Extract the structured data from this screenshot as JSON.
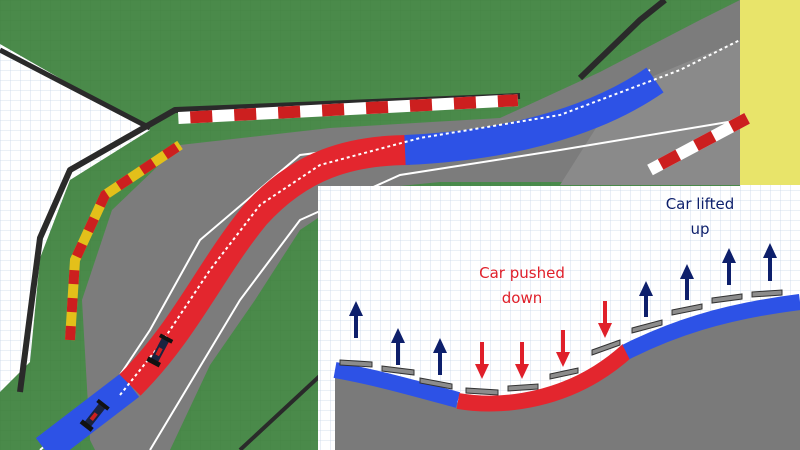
{
  "labels": {
    "lifted_line1": "Car lifted",
    "lifted_line2": "up",
    "pushed_line1": "Car pushed",
    "pushed_line2": "down"
  },
  "colors": {
    "grass": "#4a8a4a",
    "asphalt": "#7c7c7c",
    "racing_line_blue": "#2d52e6",
    "racing_line_red": "#e3262e",
    "arrow_up": "#0d1f6b",
    "arrow_down": "#e0202a",
    "kerb_red": "#cc1f1f",
    "kerb_yellow": "#e3c01a",
    "barrier": "#2a2a2a",
    "side_panel": "#e8e46a",
    "grid_line": "#c8d6e8"
  },
  "arrows": [
    {
      "direction": "up"
    },
    {
      "direction": "up"
    },
    {
      "direction": "up"
    },
    {
      "direction": "down"
    },
    {
      "direction": "down"
    },
    {
      "direction": "down"
    },
    {
      "direction": "down"
    },
    {
      "direction": "up"
    },
    {
      "direction": "up"
    },
    {
      "direction": "up"
    },
    {
      "direction": "up"
    }
  ]
}
